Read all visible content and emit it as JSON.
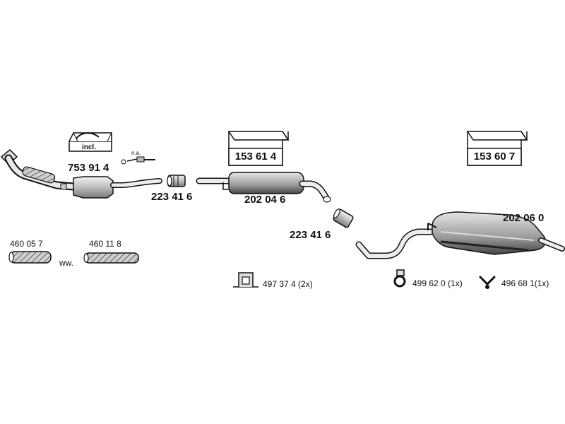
{
  "parts": {
    "catalytic_converter": "753 91 4",
    "included_kit_label": "incl.",
    "not_applicable_note": "n.a.",
    "clamp_1": "223 41 6",
    "front_muffler": "202 04 6",
    "front_muffler_kit": "153 61 4",
    "clamp_2": "223 41 6",
    "rear_muffler": "202 06 0",
    "rear_muffler_kit": "153 60 7",
    "flex_pipe_1": "460 05 7",
    "flex_pipe_2": "460 11 8",
    "alternative_note": "ww.",
    "mount_bracket": "497 37 4 (2x)",
    "rubber_hanger": "499 62 0 (1x)",
    "hanger_strap": "496 68 1(1x)"
  },
  "colors": {
    "line": "#111111",
    "part_fill": "#d9d9d9",
    "part_shadow": "#555555",
    "box_fill": "#ffffff"
  },
  "icons": {
    "kit_box": "box-icon",
    "clamp": "clamp-icon",
    "flex": "flex-pipe-icon",
    "bracket": "bracket-icon",
    "hanger": "hanger-icon"
  }
}
